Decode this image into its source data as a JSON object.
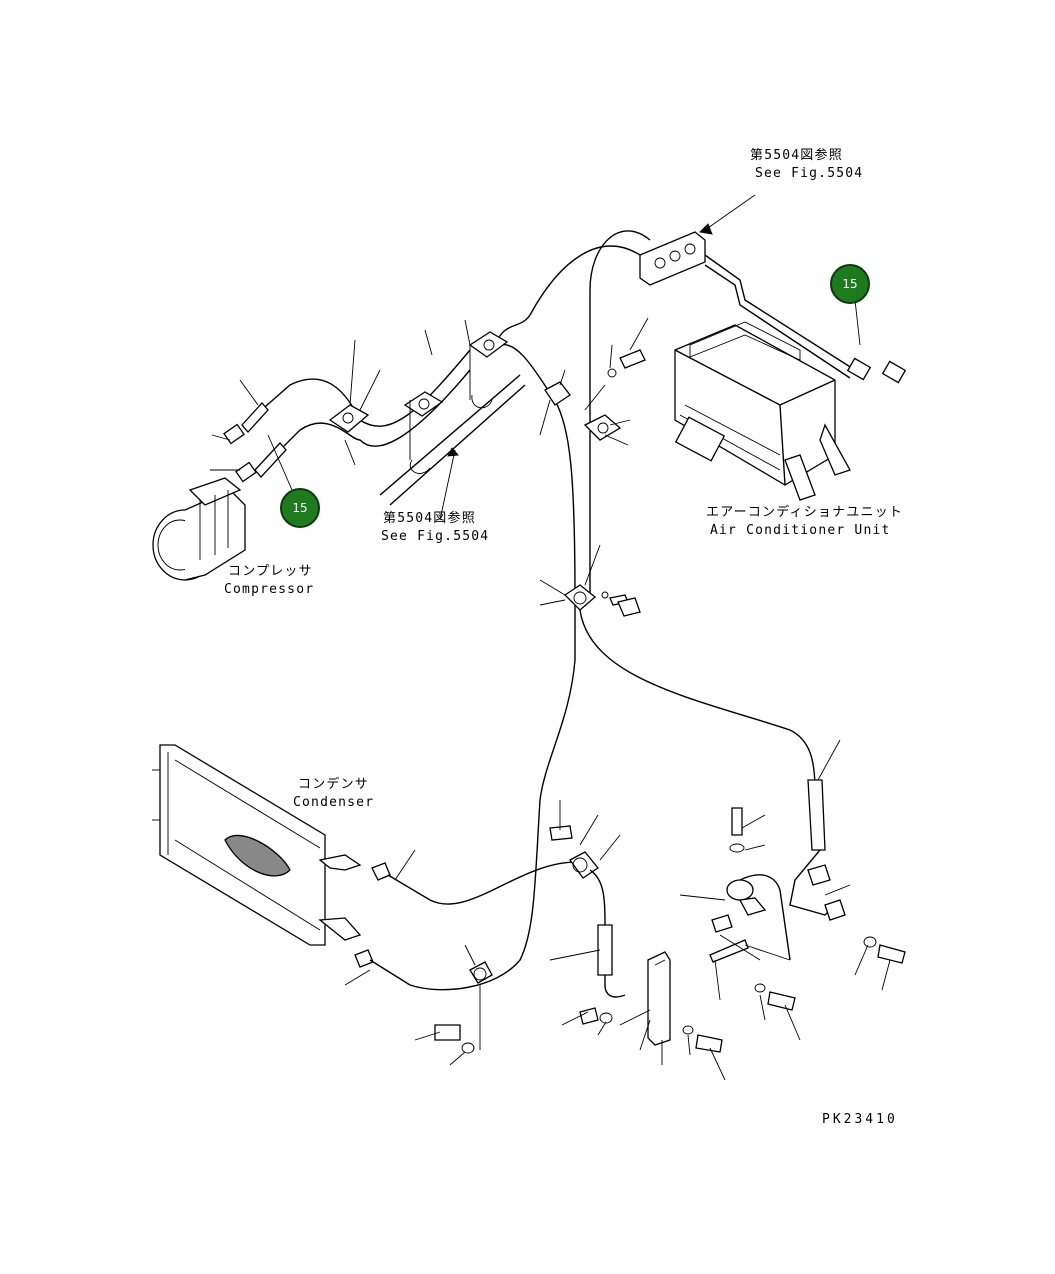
{
  "labels": {
    "ac_ref_jp": "第5504図参照",
    "ac_ref_en": "See Fig.5504",
    "mid_ref_jp": "第5504図参照",
    "mid_ref_en": "See Fig.5504",
    "ac_unit_jp": "エアーコンディショナユニット",
    "ac_unit_en": "Air Conditioner Unit",
    "compressor_jp": "コンプレッサ",
    "compressor_en": "Compressor",
    "condenser_jp": "コンデンサ",
    "condenser_en": "Condenser",
    "drawing_number": "PK23410"
  },
  "callouts": [
    {
      "number": "15"
    },
    {
      "number": "15"
    }
  ]
}
